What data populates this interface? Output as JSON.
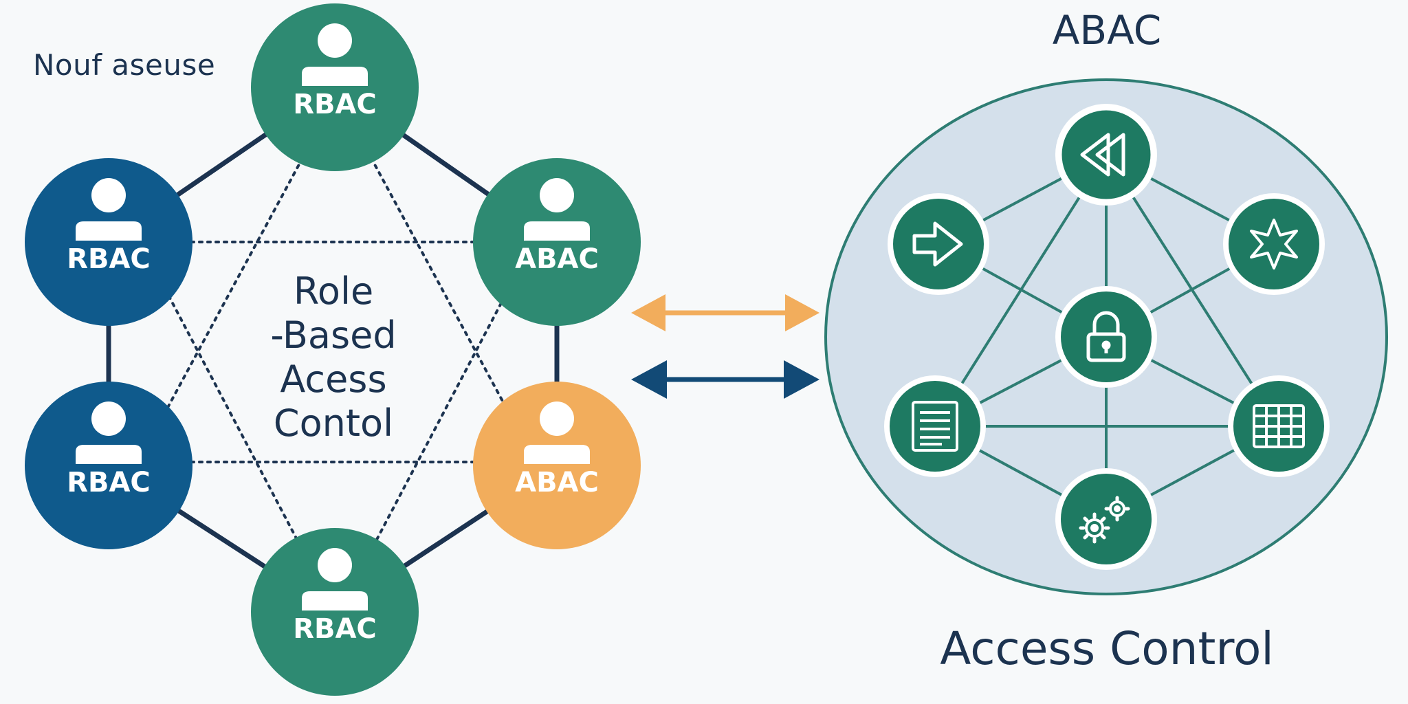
{
  "corner_label": "Nouf aseuse",
  "center_title": [
    "Role",
    "-Based",
    "Acess",
    "Contol"
  ],
  "right_title": "ABAC",
  "bottom_title": "Access Control",
  "colors": {
    "green": "#2e8a72",
    "blue": "#0f5a8c",
    "orange": "#f2ad5c",
    "navy": "#1c3350",
    "teal_dark": "#1e7a62",
    "panel_fill": "#d4e0eb",
    "panel_stroke": "#2e7d73"
  },
  "nodes": [
    {
      "label": "RBAC",
      "color": "green",
      "icon": "user-icon"
    },
    {
      "label": "ABAC",
      "color": "green",
      "icon": "user-icon"
    },
    {
      "label": "ABAC",
      "color": "orange",
      "icon": "user-icon"
    },
    {
      "label": "RBAC",
      "color": "green",
      "icon": "user-icon"
    },
    {
      "label": "RBAC",
      "color": "blue",
      "icon": "user-icon"
    },
    {
      "label": "RBAC",
      "color": "blue",
      "icon": "user-icon"
    }
  ],
  "abac_icons": [
    "rewind-icon",
    "arrow-right-icon",
    "star-burst-icon",
    "lock-icon",
    "document-icon",
    "grid-table-icon",
    "gears-icon"
  ]
}
